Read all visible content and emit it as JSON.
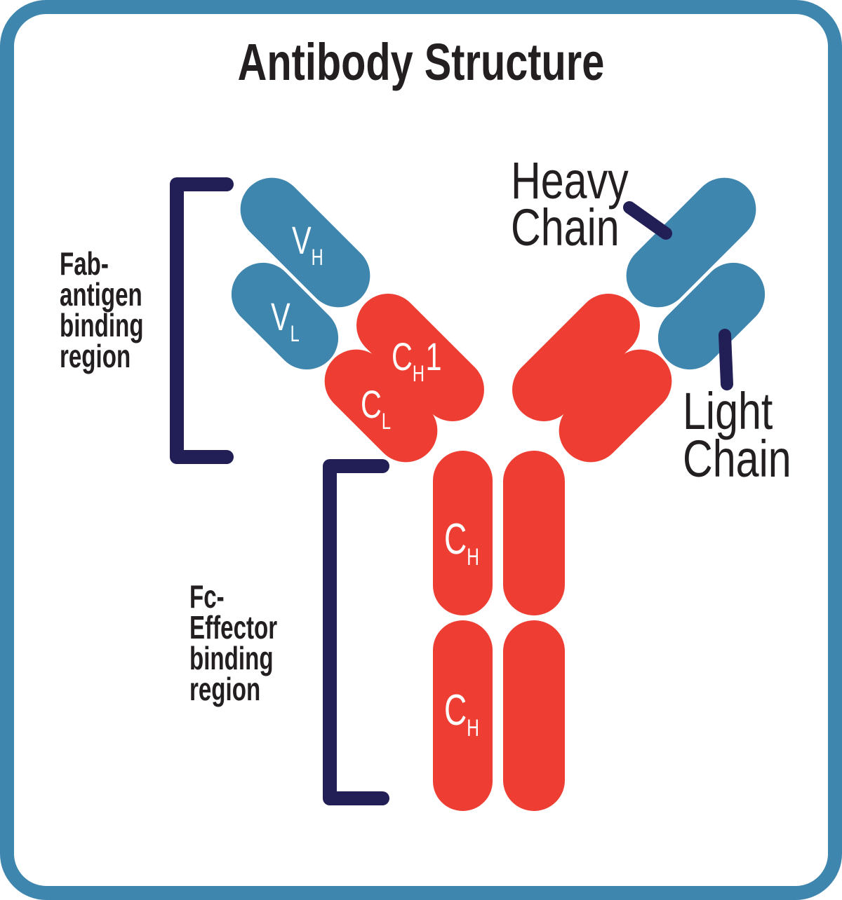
{
  "title": "Antibody Structure",
  "colors": {
    "blue": "#3E86AE",
    "red": "#EE3E33",
    "navy": "#211F56",
    "black": "#231F20",
    "white": "#FFFFFF"
  },
  "labels": {
    "fab_region_lines": [
      "Fab-",
      "antigen",
      "binding",
      "region"
    ],
    "fc_region_lines": [
      "Fc-",
      "Effector",
      "binding",
      "region"
    ],
    "heavy_chain_lines": [
      "Heavy",
      "Chain"
    ],
    "light_chain_lines": [
      "Light",
      "Chain"
    ]
  },
  "domains": {
    "vh": {
      "letter": "V",
      "subscript": "H"
    },
    "vl": {
      "letter": "V",
      "subscript": "L"
    },
    "ch1": {
      "letter": "C",
      "subscript": "H",
      "suffix": "1"
    },
    "cl": {
      "letter": "C",
      "subscript": "L"
    },
    "fc_upper_ch": {
      "letter": "C",
      "subscript": "H"
    },
    "fc_lower_ch": {
      "letter": "C",
      "subscript": "H"
    }
  }
}
